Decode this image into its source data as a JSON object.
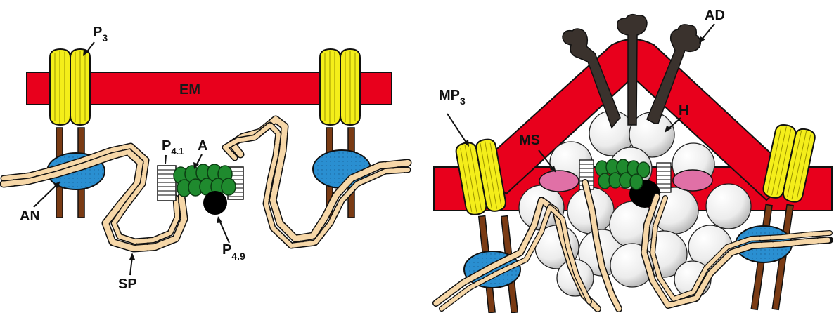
{
  "left_panel": {
    "labels": {
      "p3": "P",
      "p3_sub": "3",
      "em": "EM",
      "p41": "P",
      "p41_sub": "4.1",
      "a": "A",
      "an": "AN",
      "sp": "SP",
      "p49": "P",
      "p49_sub": "4.9"
    }
  },
  "right_panel": {
    "labels": {
      "mp3": "MP",
      "mp3_sub": "3",
      "ad": "AD",
      "h": "H",
      "ms": "MS"
    }
  },
  "colors": {
    "membrane": "#e8001c",
    "transmembrane": "#f4ee1a",
    "stalk": "#7a3b14",
    "ankyrin": "#2a8fd1",
    "actin": "#1f8a2e",
    "band49": "#000000",
    "spectrin": "#f6d7a8",
    "antibody": "#3a322d",
    "hemoglobin": "#f0f0f0",
    "ms": "#e070a6"
  }
}
